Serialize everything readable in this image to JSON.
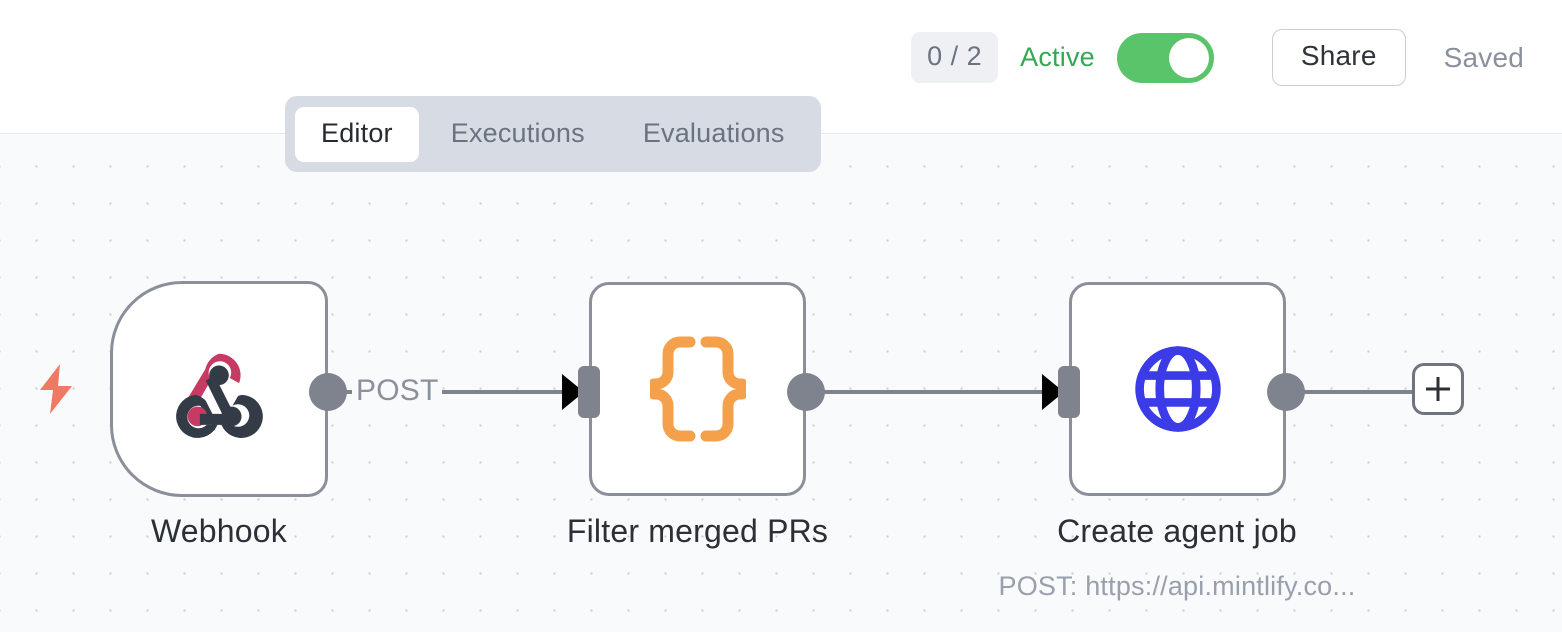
{
  "header": {
    "run_count_badge": "0 / 2",
    "active_label": "Active",
    "toggle_state": "on",
    "share_label": "Share",
    "saved_label": "Saved",
    "active_color": "#34a853",
    "toggle_on_color": "#5ac46b"
  },
  "tabs": [
    {
      "label": "Editor",
      "active": true
    },
    {
      "label": "Executions",
      "active": false
    },
    {
      "label": "Evaluations",
      "active": false
    }
  ],
  "canvas": {
    "background_color": "#f8fafc",
    "dot_color": "#c8cdd8",
    "trigger_bolt_color": "#ee7a63"
  },
  "nodes": [
    {
      "id": "webhook",
      "label": "Webhook",
      "subtitle": "",
      "icon": "webhook-icon",
      "icon_colors": {
        "primary": "#c73a63",
        "secondary": "#333b47"
      },
      "type": "trigger"
    },
    {
      "id": "filter",
      "label": "Filter merged PRs",
      "subtitle": "",
      "icon": "curly-braces-icon",
      "icon_colors": {
        "primary": "#f5a04a"
      },
      "type": "action"
    },
    {
      "id": "http",
      "label": "Create agent job",
      "subtitle": "POST: https://api.mintlify.co...",
      "icon": "globe-icon",
      "icon_colors": {
        "primary": "#3b3be8"
      },
      "type": "action"
    }
  ],
  "edges": [
    {
      "from": "webhook",
      "to": "filter",
      "label": "POST"
    },
    {
      "from": "filter",
      "to": "http",
      "label": ""
    }
  ],
  "add_node_button": {
    "icon": "plus-icon",
    "label": "+"
  }
}
